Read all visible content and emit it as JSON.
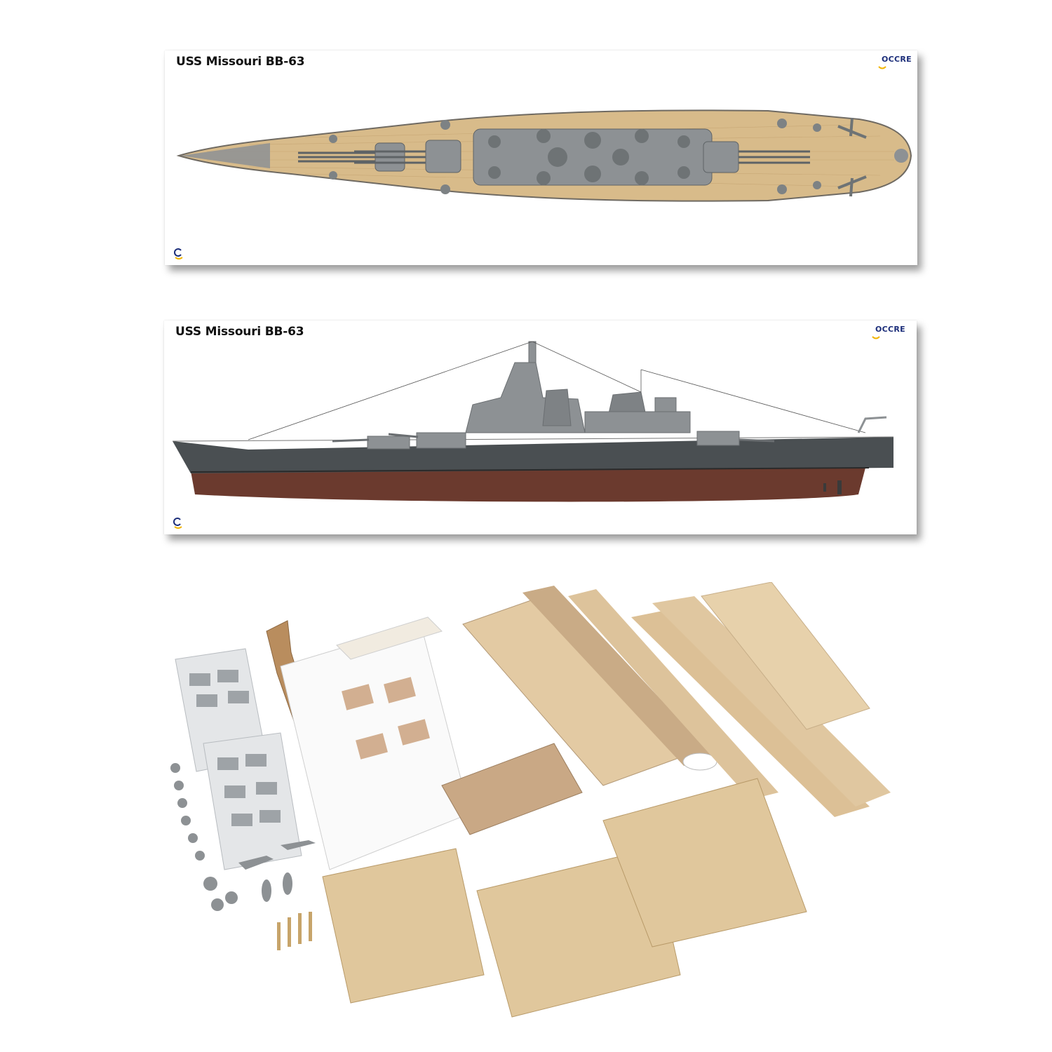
{
  "panels": [
    {
      "title": "USS Missouri BB-63",
      "brand": "OCCRE"
    },
    {
      "title": "USS Missouri BB-63",
      "brand": "OCCRE"
    }
  ],
  "colors": {
    "deck_wood": "#d8bb8a",
    "superstructure_gray": "#8d9194",
    "hull_gray": "#4a4f52",
    "hull_red": "#6b3a2e",
    "brand_blue": "#1c2e7a",
    "brand_yellow": "#f2b400"
  }
}
